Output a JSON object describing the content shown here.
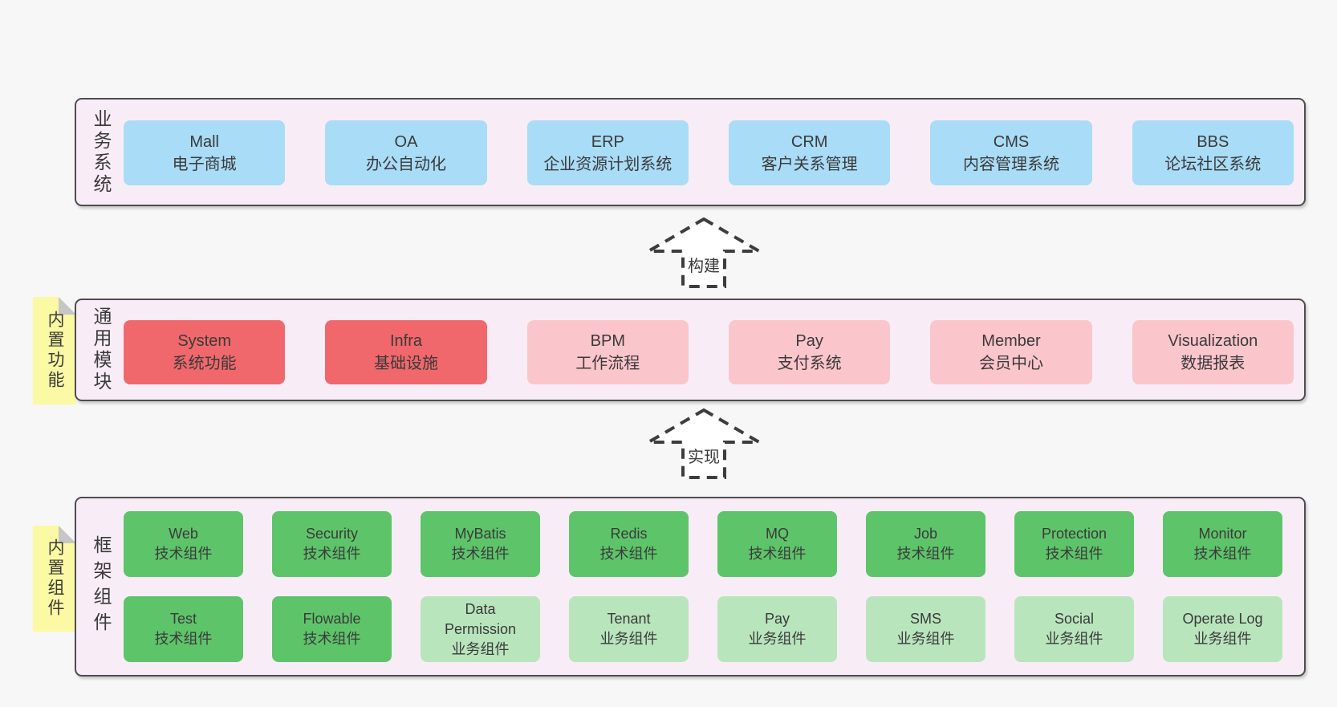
{
  "colors": {
    "page-bg": "#f7f7f7",
    "container-bg": "#f8edf6",
    "container-border": "#4d4d4d",
    "box-blue": "#a9dcf6",
    "box-red": "#f0686c",
    "box-pink": "#fbc5cc",
    "box-green": "#5ec46a",
    "box-green-light": "#b9e5bd",
    "sticky-yellow": "#fbf9a3",
    "sticky-fold": "#c6c6c6",
    "arrow-stroke": "#3d3d3d",
    "text": "#3a3a3a"
  },
  "layers": [
    {
      "label_vertical": "业务系统",
      "boxes": [
        {
          "en": "Mall",
          "cn": "电子商城"
        },
        {
          "en": "OA",
          "cn": "办公自动化"
        },
        {
          "en": "ERP",
          "cn": "企业资源计划系统"
        },
        {
          "en": "CRM",
          "cn": "客户关系管理"
        },
        {
          "en": "CMS",
          "cn": "内容管理系统"
        },
        {
          "en": "BBS",
          "cn": "论坛社区系统"
        }
      ]
    },
    {
      "label_vertical": "通用模块",
      "sticky": "内置功能",
      "boxes": [
        {
          "en": "System",
          "cn": "系统功能"
        },
        {
          "en": "Infra",
          "cn": "基础设施"
        },
        {
          "en": "BPM",
          "cn": "工作流程"
        },
        {
          "en": "Pay",
          "cn": "支付系统"
        },
        {
          "en": "Member",
          "cn": "会员中心"
        },
        {
          "en": "Visualization",
          "cn": "数据报表"
        }
      ]
    },
    {
      "label_vertical": "框架组件",
      "sticky": "内置组件",
      "rows": [
        [
          {
            "en": "Web",
            "cn": "技术组件"
          },
          {
            "en": "Security",
            "cn": "技术组件"
          },
          {
            "en": "MyBatis",
            "cn": "技术组件"
          },
          {
            "en": "Redis",
            "cn": "技术组件"
          },
          {
            "en": "MQ",
            "cn": "技术组件"
          },
          {
            "en": "Job",
            "cn": "技术组件"
          },
          {
            "en": "Protection",
            "cn": "技术组件"
          },
          {
            "en": "Monitor",
            "cn": "技术组件"
          }
        ],
        [
          {
            "en": "Test",
            "cn": "技术组件"
          },
          {
            "en": "Flowable",
            "cn": "技术组件"
          },
          {
            "en": "Data Permission",
            "cn": "业务组件"
          },
          {
            "en": "Tenant",
            "cn": "业务组件"
          },
          {
            "en": "Pay",
            "cn": "业务组件"
          },
          {
            "en": "SMS",
            "cn": "业务组件"
          },
          {
            "en": "Social",
            "cn": "业务组件"
          },
          {
            "en": "Operate Log",
            "cn": "业务组件"
          }
        ]
      ]
    }
  ],
  "arrows": [
    {
      "label": "构建"
    },
    {
      "label": "实现"
    }
  ]
}
